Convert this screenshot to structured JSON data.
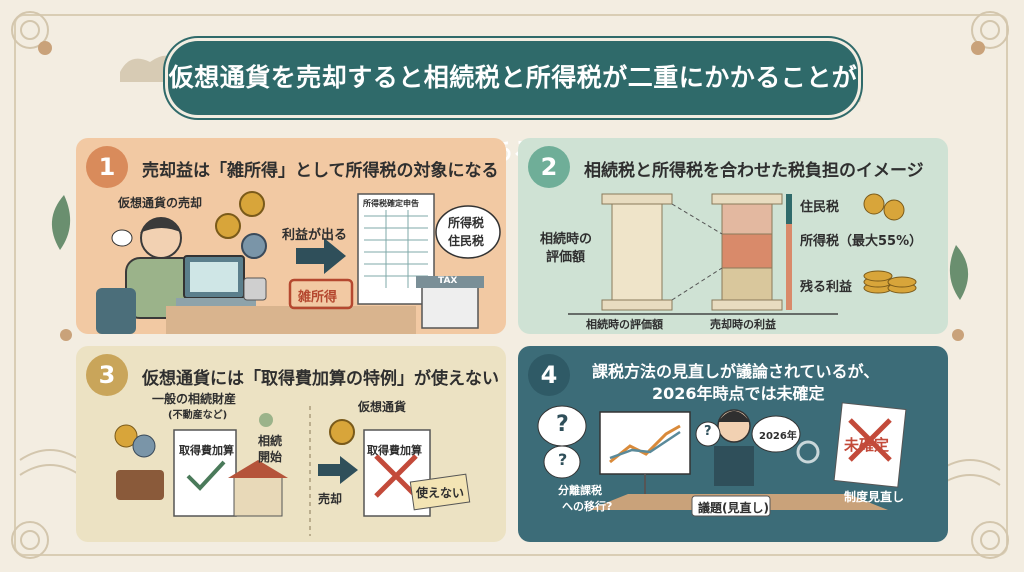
{
  "title": "仮想通貨を売却すると相続税と所得税が二重にかかることがある",
  "panel1": {
    "number": "1",
    "title": "売却益は「雑所得」として所得税の対象になる",
    "sale_label": "仮想通貨の売却",
    "profit_label": "利益が出る",
    "form_title": "所得税確定申告",
    "stamp": "雑所得",
    "bubble_line1": "所得税",
    "bubble_line2": "住民税",
    "tax_sign": "TAX"
  },
  "panel2": {
    "number": "2",
    "title": "相続税と所得税を合わせた税負担のイメージ",
    "left_label_line1": "相続時の",
    "left_label_line2": "評価額",
    "legend_resident": "住民税",
    "legend_income": "所得税（最大55%）",
    "legend_remaining": "残る利益",
    "axis_left": "相続時の評価額",
    "axis_right": "売却時の利益"
  },
  "panel3": {
    "number": "3",
    "title": "仮想通貨には「取得費加算の特例」が使えない",
    "general_line1": "一般の相続財産",
    "general_line2": "(不動産など)",
    "doc_label": "取得費加算",
    "inherit_line1": "相続",
    "inherit_line2": "開始",
    "crypto_label": "仮想通貨",
    "sale_label": "売却",
    "doc2_label": "取得費加算",
    "sign": "使えない"
  },
  "panel4": {
    "number": "4",
    "title_line1": "課税方法の見直しが議論されているが、",
    "title_line2": "2026年時点では未確定",
    "bubble_year": "2026年",
    "bubble_separate_line1": "分離課税",
    "bubble_separate_line2": "への移行?",
    "desk_label": "議題(見直し)",
    "stamp": "未確定",
    "board_label": "制度見直し"
  }
}
